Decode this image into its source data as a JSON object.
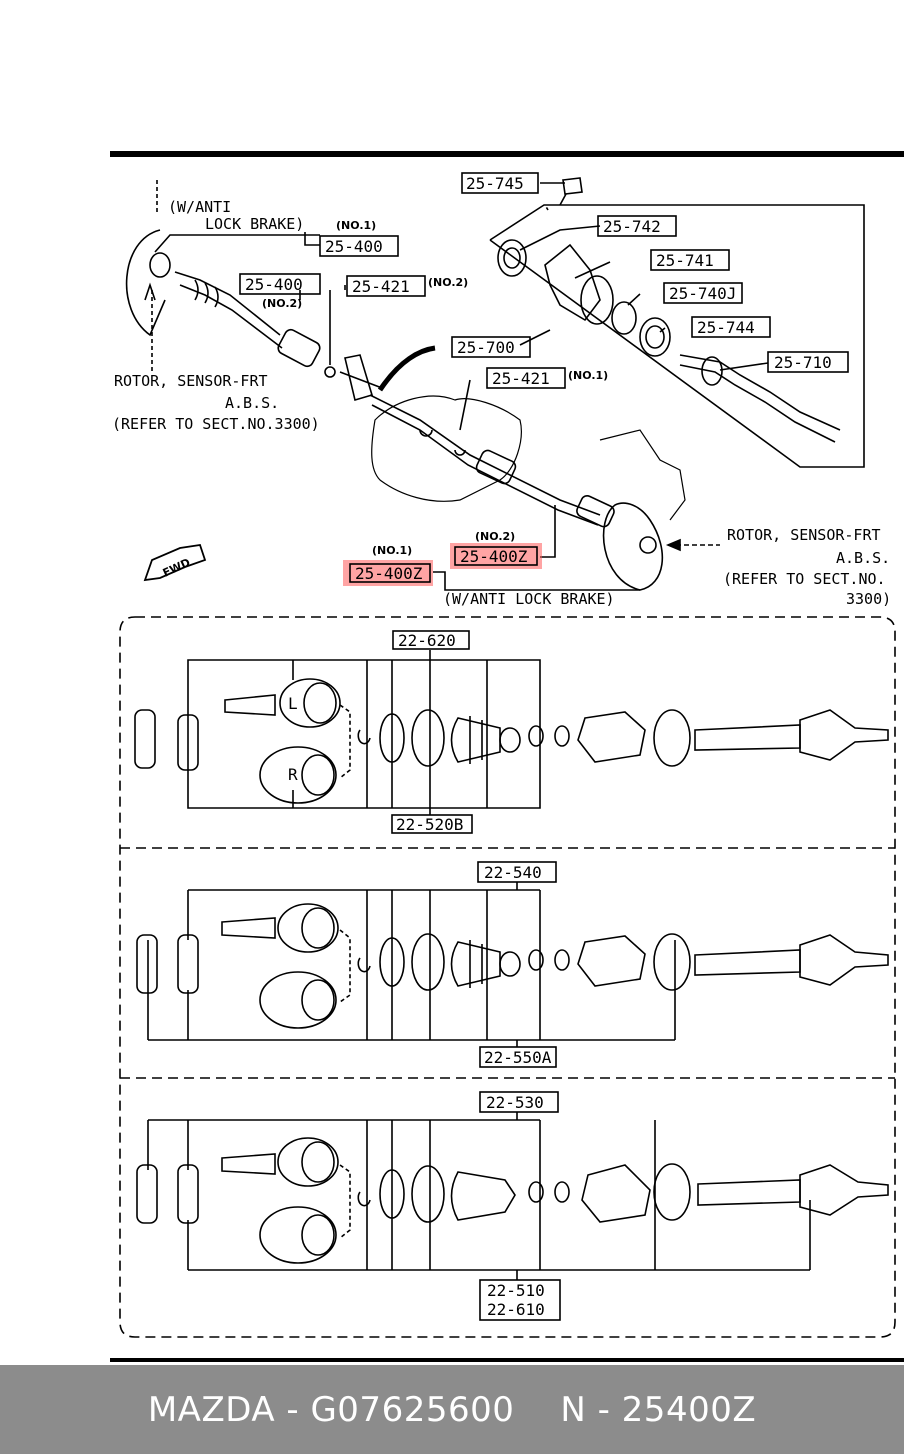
{
  "colors": {
    "highlight": "#ff5a5a",
    "footer_bg": "#8c8c8c",
    "footer_text": "#ffffff"
  },
  "top": {
    "wanti_1": "(W/ANTI",
    "wanti_2": "LOCK BRAKE)",
    "no1_a": "(NO.1)",
    "no2_a": "(NO.2)",
    "no2_b": "(NO.2)",
    "no1_b": "(NO.1)",
    "no1_c": "(NO.1)",
    "no2_c": "(NO.2)",
    "rotor_left_1": "ROTOR, SENSOR-FRT",
    "rotor_left_2": "A.B.S.",
    "rotor_left_3": "(REFER TO SECT.NO.3300)",
    "rotor_right_1": "ROTOR, SENSOR-FRT",
    "rotor_right_2": "A.B.S.",
    "rotor_right_3": "(REFER TO SECT.NO.",
    "rotor_right_4": "3300)",
    "wanti_bottom": "(W/ANTI LOCK BRAKE)",
    "fwd": "FWD"
  },
  "parts": {
    "p25_745": "25-745",
    "p25_742": "25-742",
    "p25_741": "25-741",
    "p25_740j": "25-740J",
    "p25_744": "25-744",
    "p25_710": "25-710",
    "p25_700": "25-700",
    "p25_400_no1": "25-400",
    "p25_400_no2": "25-400",
    "p25_421_no2": "25-421",
    "p25_421_no1": "25-421",
    "p25_400z_no2": "25-400Z",
    "p25_400z_no1": "25-400Z",
    "p22_620": "22-620",
    "p22_520b": "22-520B",
    "p22_540": "22-540",
    "p22_550a": "22-550A",
    "p22_530": "22-530",
    "p22_510": "22-510",
    "p22_610": "22-610"
  },
  "joint_marks": {
    "left": "L",
    "right": "R"
  },
  "footer": {
    "brand_part": "MAZDA - G07625600",
    "ref": "N - 25400Z"
  }
}
